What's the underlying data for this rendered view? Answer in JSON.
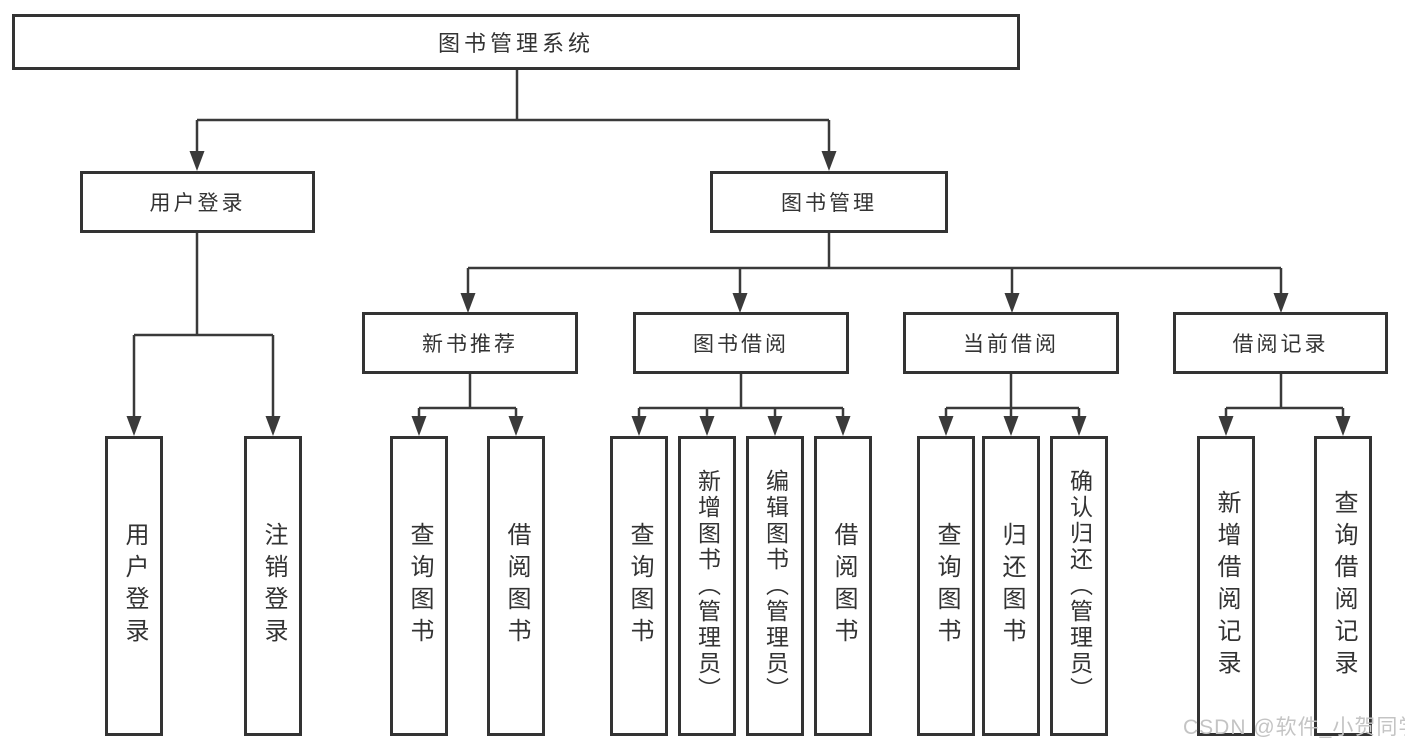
{
  "colors": {
    "background": "#ffffff",
    "line": "#3a3a3a",
    "box_border": "#333333",
    "text": "#333333",
    "watermark": "#c4c4c4"
  },
  "nodes": {
    "root": {
      "label": "图书管理系统"
    },
    "user_login": {
      "label": "用户登录"
    },
    "book_mgmt": {
      "label": "图书管理"
    },
    "new_rec": {
      "label": "新书推荐"
    },
    "book_borrow": {
      "label": "图书借阅"
    },
    "current_borrow": {
      "label": "当前借阅"
    },
    "borrow_records": {
      "label": "借阅记录"
    },
    "leaf_user_login": {
      "label": "用户登录"
    },
    "leaf_logout": {
      "label": "注销登录"
    },
    "leaf_rec_query": {
      "label": "查询图书"
    },
    "leaf_rec_borrow": {
      "label": "借阅图书"
    },
    "leaf_bb_query": {
      "label": "查询图书"
    },
    "leaf_bb_add": {
      "label": "新增图书（管理员）"
    },
    "leaf_bb_edit": {
      "label": "编辑图书（管理员）"
    },
    "leaf_bb_borrow": {
      "label": "借阅图书"
    },
    "leaf_cb_query": {
      "label": "查询图书"
    },
    "leaf_cb_return": {
      "label": "归还图书"
    },
    "leaf_cb_confirm": {
      "label": "确认归还（管理员）"
    },
    "leaf_br_add": {
      "label": "新增借阅记录"
    },
    "leaf_br_query": {
      "label": "查询借阅记录"
    }
  },
  "watermark": {
    "text": "CSDN @软件_小贺同学"
  }
}
